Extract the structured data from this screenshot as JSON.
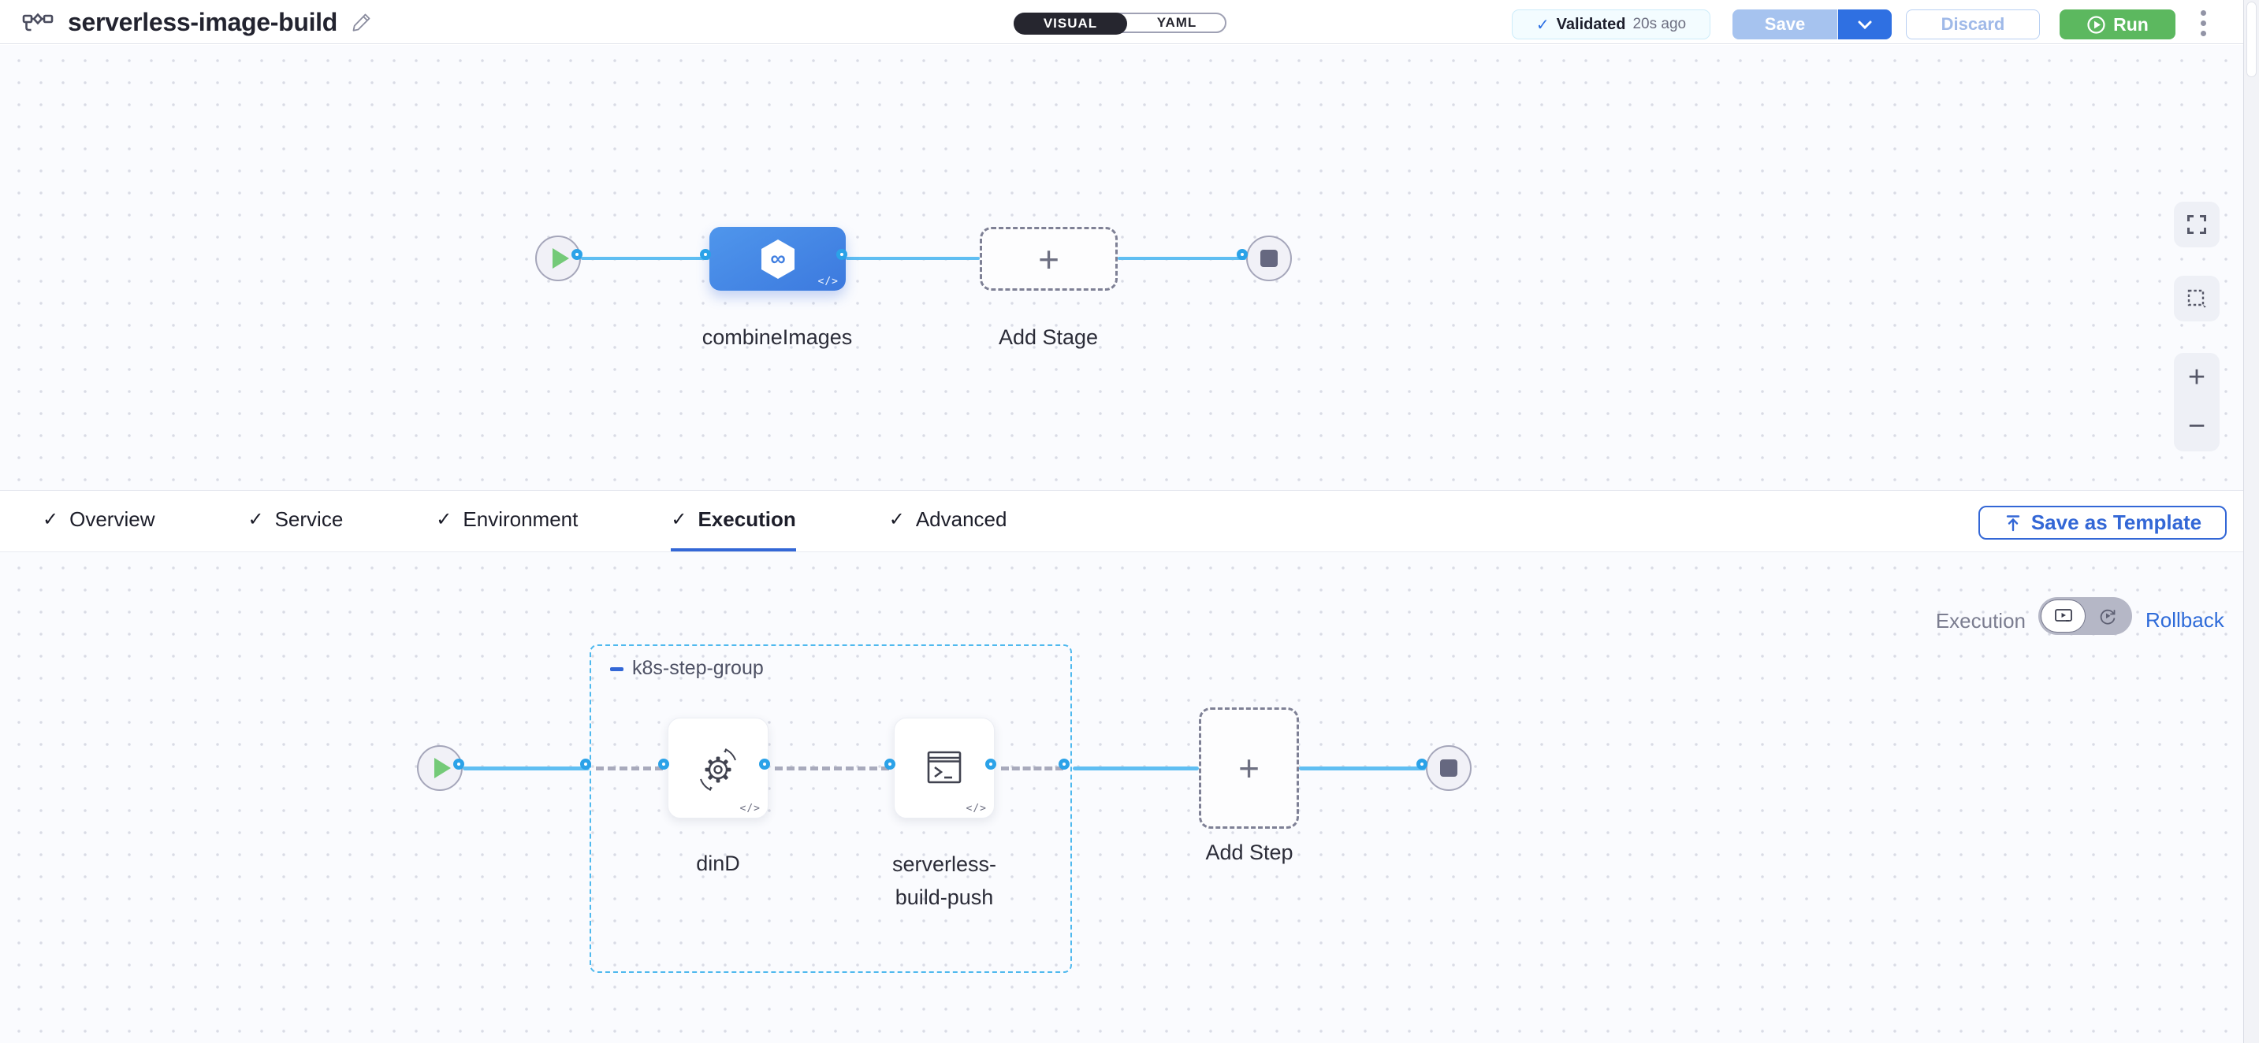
{
  "header": {
    "title": "serverless-image-build",
    "mode_toggle": {
      "visual_label": "VISUAL",
      "yaml_label": "YAML",
      "selected": "VISUAL"
    },
    "validation_badge": {
      "label": "Validated",
      "time_ago": "20s ago"
    },
    "save_button_label": "Save",
    "discard_button_label": "Discard",
    "run_button_label": "Run"
  },
  "stage_canvas": {
    "stage": {
      "label": "combineImages",
      "code_badge": "</>"
    },
    "add_stage_label": "Add Stage",
    "controls": {
      "zoom_in_glyph": "+",
      "zoom_out_glyph": "−"
    }
  },
  "tabs": {
    "items": [
      {
        "label": "Overview",
        "checked": true
      },
      {
        "label": "Service",
        "checked": true
      },
      {
        "label": "Environment",
        "checked": true
      },
      {
        "label": "Execution",
        "checked": true,
        "active": true
      },
      {
        "label": "Advanced",
        "checked": true
      }
    ],
    "save_as_template_label": "Save as Template"
  },
  "execution_panel": {
    "view_label": "Execution",
    "rollback_label": "Rollback",
    "step_group_label": "k8s-step-group",
    "steps": [
      {
        "label": "dinD",
        "code_badge": "</>"
      },
      {
        "label": "serverless-build-push",
        "code_badge": "</>"
      }
    ],
    "add_step_label": "Add Step"
  },
  "glyphs": {
    "check": "✓",
    "plus": "+",
    "infinity": "∞",
    "code": "</>"
  },
  "colors": {
    "accent_blue": "#3367d6",
    "connector_blue": "#5fbef2",
    "stage_blue": "#4287e5",
    "run_green": "#5cb85f",
    "validated_bg": "#f3fcff",
    "canvas_bg": "#fafbfe",
    "group_border": "#4fb9ee",
    "save_disabled_blue": "#a6c3ef",
    "save_caret_blue": "#2f70e2"
  }
}
